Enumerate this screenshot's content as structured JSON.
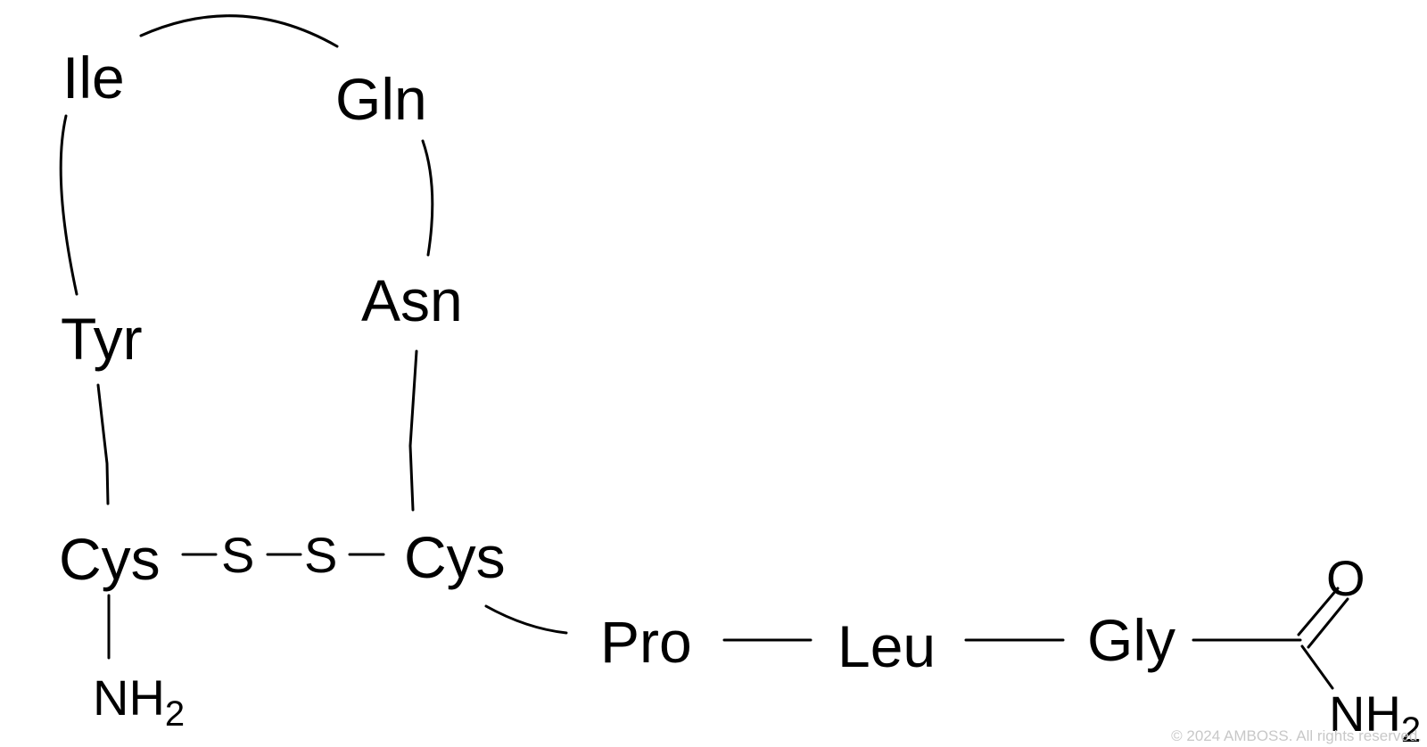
{
  "residues": {
    "cys1": "Cys",
    "tyr": "Tyr",
    "ile": "Ile",
    "gln": "Gln",
    "asn": "Asn",
    "cys2": "Cys",
    "pro": "Pro",
    "leu": "Leu",
    "gly": "Gly"
  },
  "disulfide": {
    "s1": "S",
    "s2": "S"
  },
  "n_terminus": {
    "main": "NH",
    "subscript": "2"
  },
  "c_terminus": {
    "oxygen": "O",
    "amide": {
      "main": "NH",
      "subscript": "2"
    }
  },
  "copyright": "© 2024 AMBOSS. All rights reserved."
}
